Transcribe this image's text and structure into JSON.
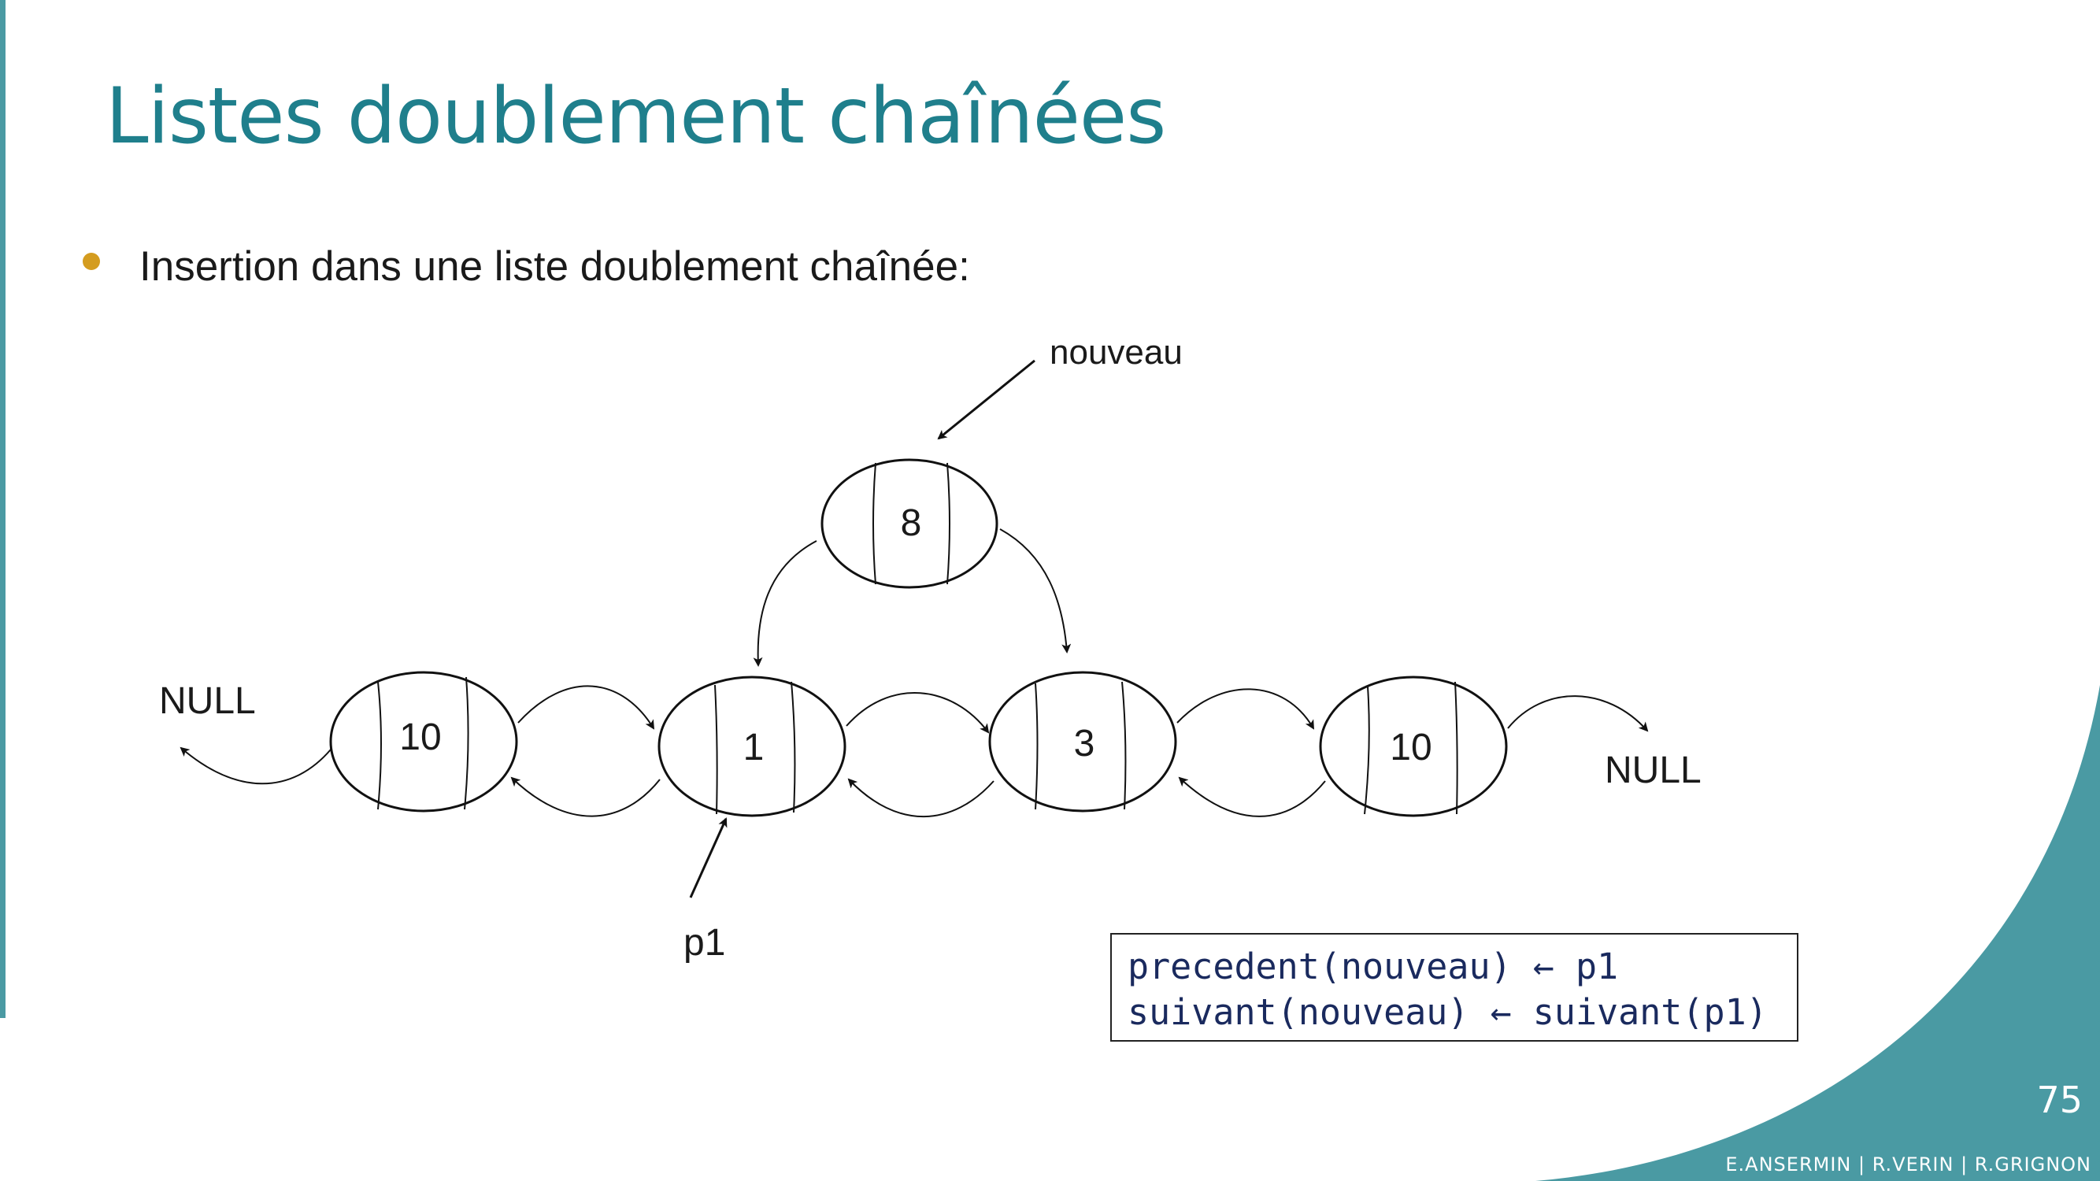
{
  "slide": {
    "title": "Listes doublement chaînées",
    "bullet": "Insertion dans une liste doublement chaînée:",
    "page_number": "75",
    "footer": "E.ANSERMIN | R.VERIN | R.GRIGNON"
  },
  "colors": {
    "title": "#1f7f8c",
    "accent_teal": "#4a9aa3",
    "bullet": "#d49c1f",
    "code_text": "#1a2a5e"
  },
  "diagram": {
    "nodes": [
      {
        "id": "new",
        "value": "8"
      },
      {
        "id": "n1",
        "value": "10"
      },
      {
        "id": "n2",
        "value": "1"
      },
      {
        "id": "n3",
        "value": "3"
      },
      {
        "id": "n4",
        "value": "10"
      }
    ],
    "labels": {
      "nouveau": "nouveau",
      "p1": "p1",
      "null_left": "NULL",
      "null_right": "NULL"
    }
  },
  "code": {
    "lines": [
      "precedent(nouveau) ← p1",
      "suivant(nouveau) ← suivant(p1)"
    ]
  }
}
